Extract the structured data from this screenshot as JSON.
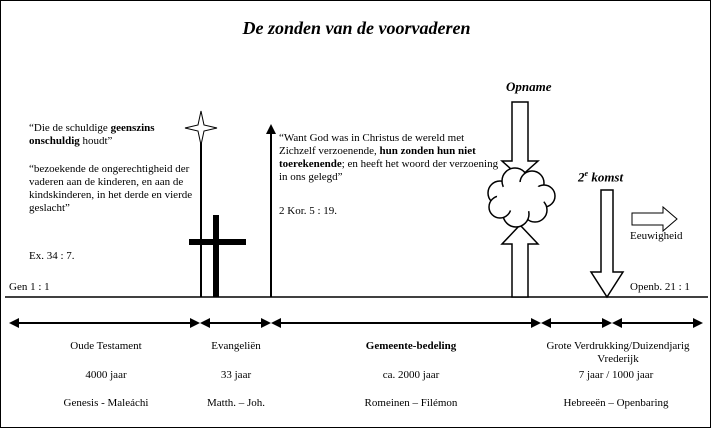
{
  "title": "De zonden van de voorvaderen",
  "quote1": {
    "line1_pre": "“Die de schuldige ",
    "line1_bold": "geenszins",
    "line2_bold": "onschuldig",
    "line2_post": " houdt”"
  },
  "quote2": "“bezoekende de ongerechtigheid der vaderen aan de kinderen, en aan de kindskinderen, in het derde en vierde geslacht”",
  "ref1": "Ex. 34 : 7.",
  "quote3": {
    "pre": "“Want God was in Christus de wereld met Zichzelf verzoenende, ",
    "bold": "hun zonden hun niet toerekenende",
    "post": "; en heeft het woord der verzoening in ons gelegd”"
  },
  "ref2": "2 Kor. 5 : 19.",
  "opname": "Opname",
  "komst": {
    "number": "2",
    "superscript": "e",
    "word": " komst"
  },
  "eeuwigheid": "Eeuwigheid",
  "gen": "Gen 1 : 1",
  "openb": "Openb. 21 : 1",
  "periods": [
    {
      "name": "Oude Testament",
      "duration": "4000 jaar",
      "books": "Genesis - Maleáchi"
    },
    {
      "name": "Evangeliën",
      "duration": "33 jaar",
      "books": "Matth. – Joh."
    },
    {
      "name": "Gemeente-bedeling",
      "duration": "ca. 2000 jaar",
      "books": "Romeinen – Filémon"
    },
    {
      "name": "Grote Verdrukking/Duizendjarig Vrederijk",
      "duration": "7 jaar / 1000 jaar",
      "books": "Hebreeën – Openbaring"
    }
  ]
}
